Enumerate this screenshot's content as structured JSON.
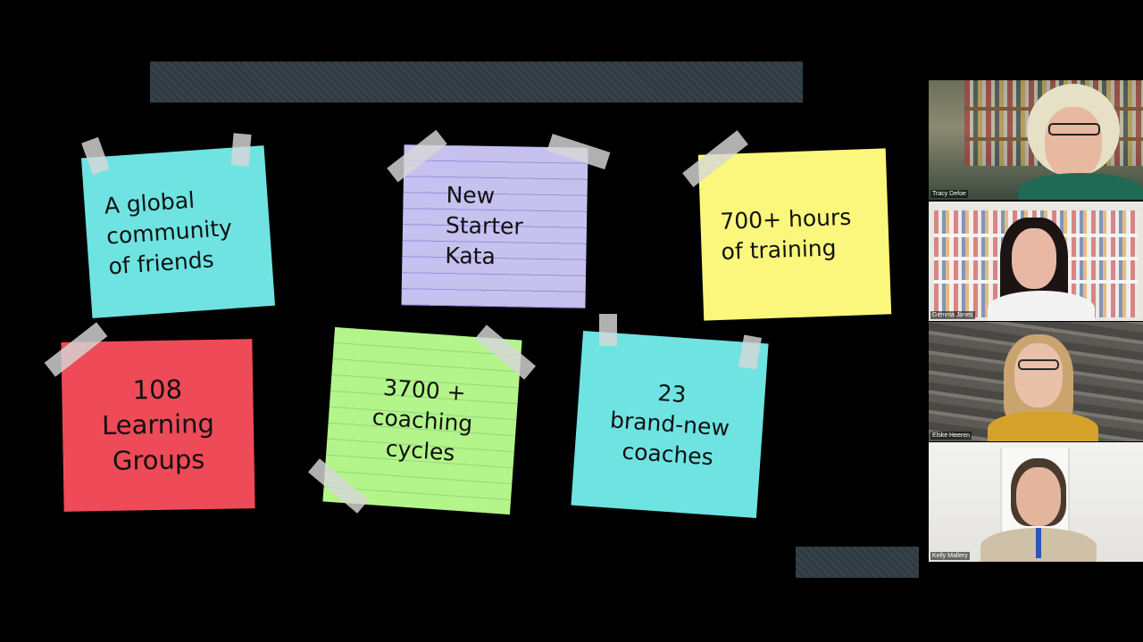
{
  "slide": {
    "notes": [
      {
        "id": "global-community",
        "color": "#6ee3e2",
        "lines": [
          "A global",
          "community",
          "of friends"
        ]
      },
      {
        "id": "new-starter-kata",
        "color": "#c6c1ee",
        "lines": [
          "New",
          "Starter",
          "Kata"
        ]
      },
      {
        "id": "training-hours",
        "color": "#fbf77c",
        "lines": [
          "700+ hours",
          "of training"
        ]
      },
      {
        "id": "learning-groups",
        "color": "#ee4a57",
        "lines": [
          "108",
          "Learning",
          "Groups"
        ]
      },
      {
        "id": "coaching-cycles",
        "color": "#b3f58a",
        "lines": [
          "3700 +",
          "coaching",
          "cycles"
        ]
      },
      {
        "id": "new-coaches",
        "color": "#6ee3e2",
        "lines": [
          "23",
          "brand-new",
          "coaches"
        ]
      }
    ]
  },
  "participants": [
    {
      "name": "Tracy Defoe",
      "icon": "participant-video"
    },
    {
      "name": "Gemma Jones",
      "icon": "participant-video"
    },
    {
      "name": "Elske Heeren",
      "icon": "participant-video"
    },
    {
      "name": "Kelly Mallery",
      "icon": "participant-video"
    }
  ]
}
